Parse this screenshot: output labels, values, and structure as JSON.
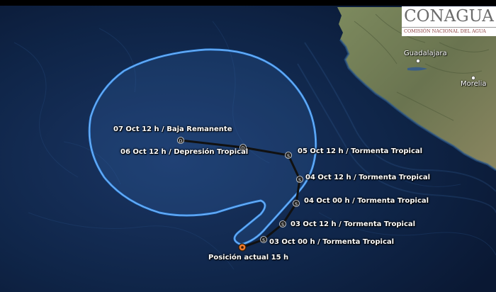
{
  "map": {
    "logo": {
      "name": "CONAGUA",
      "subtitle": "COMISIÓN NACIONAL DEL AGUA"
    },
    "cities": [
      {
        "label": "Guadalajara"
      },
      {
        "label": "Morelia"
      }
    ],
    "track_points": [
      {
        "label": "07 Oct 12 h / Baja Remanente",
        "marker": "D"
      },
      {
        "label": "06 Oct 12 h / Depresión Tropical",
        "marker": "D"
      },
      {
        "label": "05 Oct 12 h / Tormenta Tropical",
        "marker": "S"
      },
      {
        "label": "04 Oct 12 h / Tormenta Tropical",
        "marker": "S"
      },
      {
        "label": "04 Oct 00 h / Tormenta Tropical",
        "marker": "S"
      },
      {
        "label": "03 Oct 12 h / Tormenta Tropical",
        "marker": "S"
      },
      {
        "label": "03 Oct 00 h / Tormenta Tropical",
        "marker": "S"
      }
    ],
    "current_position": {
      "label": "Posición actual 15 h"
    },
    "colors": {
      "ocean": "#0d2244",
      "land": "#6f7a52",
      "cone_outline": "#3a8fe8",
      "cone_fill": "#3f78c8",
      "track_line": "#111111",
      "current_marker": "#f07a2a"
    }
  }
}
